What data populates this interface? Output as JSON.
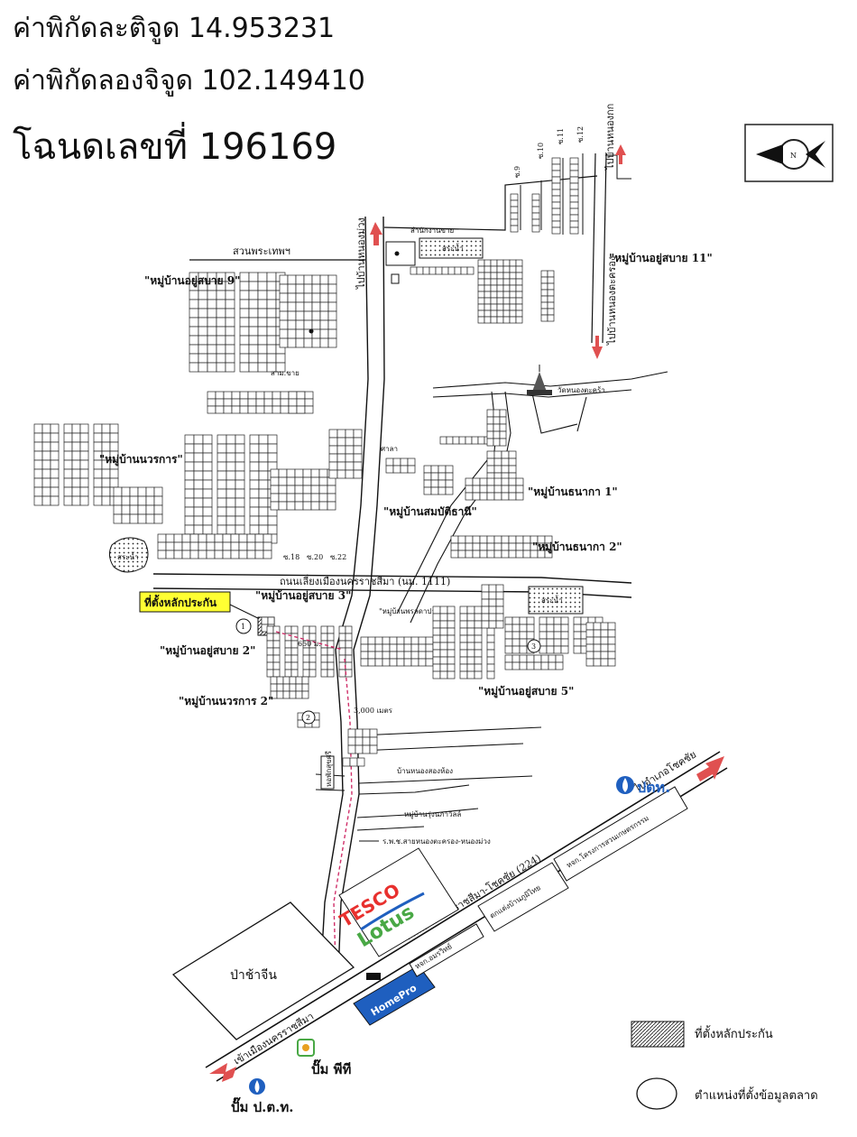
{
  "header": {
    "latitude": "ค่าพิกัดละติจูด 14.953231",
    "longitude": "ค่าพิกัดลองจิจูด 102.149410",
    "deed": "โฉนดเลขที่   196169"
  },
  "roads": {
    "suan_phra_thep": "สวนพระเทพฯ",
    "to_ban_nong_muang": "ไปบ้านหนองม่วง",
    "bypass": "ถนนเลี่ยงเมืองนครราชสีมา (นม. 1111)",
    "highway": "ถนนสายนครราชสีมา-โชคชัย (224)",
    "to_chok_chai": "ไปอำเภอโชคชัย",
    "to_city": "เข้าเมืองนครราชสีมา",
    "to_nong_kho": "ไปบ้านหนองกก",
    "to_wat": "ไปบ้านหนองตะครอง"
  },
  "villages": {
    "v11": "\"หมู่บ้านอยู่สบาย 11\"",
    "v9": "\"หมู่บ้านอยู่สบาย 9\"",
    "navakorn": "\"หมู่บ้านนวรการ\"",
    "sombat": "\"หมู่บ้านสมบัติธานี\"",
    "thanaka1": "\"หมู่บ้านธนากา 1\"",
    "thanaka2": "\"หมู่บ้านธนากา 2\"",
    "v3": "\"หมู่บ้านอยู่สบาย 3\"",
    "park": "\"หมู่บ้านพรลดาปาร์ค\"",
    "v2": "\"หมู่บ้านอยู่สบาย 2\"",
    "navakorn2": "\"หมู่บ้านนวรการ 2\"",
    "v5": "\"หมู่บ้านอยู่สบาย 5\"",
    "nong_song_hong": "บ้านหนองสองห้อง",
    "rung_phakawin": "หมู่บ้านรุ่งนภาวิลล์"
  },
  "places": {
    "sales_office": "สำนักงานขาย",
    "pool": "สระน้ำ",
    "wat": "วัดหนองตะคร้า",
    "sala": "ศาลา",
    "hospital": "ร.พ.ช.สายหนองตะครอง-หนองม่วง",
    "dorm": "หอพักสุขศรี",
    "pa_cha_chin": "ป่าช้าจีน",
    "pump_ptt": "ปั๊ม ป.ต.ท.",
    "pump_pt": "ปั๊ม พีที",
    "sign1": "หจก.อมรวิทย์",
    "sign2": "ตกแต่งบ้านภูมิไทย",
    "sign3": "หจก.โครงการสวนเกษตรกรรม",
    "collateral_tag": "ที่ตั้งหลักประกัน",
    "dist_650": "650 ม.",
    "dist_3000": "3,000 เมตร",
    "soi18": "ซ.18",
    "soi20": "ซ.20",
    "soi22": "ซ.22",
    "soi9": "ซ.9",
    "soi10": "ซ.10",
    "soi11": "ซ.11",
    "soi12": "ซ.12",
    "sala_pump": "สาม.ขาย",
    "pool2": "สระน้ำ"
  },
  "markers": [
    "1",
    "2",
    "3"
  ],
  "brands": {
    "tesco": "TESCO",
    "lotus": "Lotus",
    "homepro": "HomePro",
    "ptt": "ปตท."
  },
  "legend": {
    "collateral": "ที่ตั้งหลักประกัน",
    "market_data": "ตำแหน่งที่ตั้งข้อมูลตลาด"
  },
  "colors": {
    "road_arrow": "#e05050",
    "route": "#d0306a",
    "tag_bg": "#ffff33",
    "tesco_red": "#e8302e",
    "lotus_green": "#49a845",
    "homepro_blue": "#1f5fbf"
  }
}
